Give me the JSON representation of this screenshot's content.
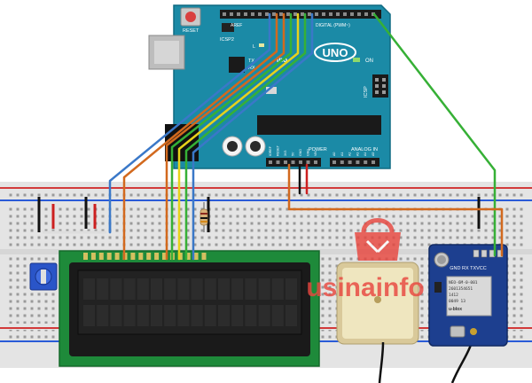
{
  "arduino": {
    "reset_label": "RESET",
    "icsp2_label": "ICSP2",
    "l_label": "L",
    "tx_label": "TX",
    "rx_label": "RX",
    "brand_logo": "UNO",
    "brand_partial": "ino",
    "digital_label": "DIGITAL (PWM~)",
    "aref_label": "AREF",
    "on_label": "ON",
    "icsp_label": "ICSP",
    "power_label": "POWER",
    "analog_label": "ANALOG IN",
    "power_pins": [
      "IOREF",
      "RESET",
      "3V3",
      "5V",
      "GND",
      "GND",
      "VIN"
    ],
    "analog_pins": [
      "A0",
      "A1",
      "A2",
      "A3",
      "A4",
      "A5"
    ]
  },
  "gps_module": {
    "pin_labels": "GND RX TXVCC",
    "chip_line1": "NEO-6M-0-001",
    "chip_line2": "2601354651",
    "chip_line3": "1412",
    "chip_line4": "0049  13",
    "chip_brand": "u-blox"
  },
  "watermark": {
    "text": "usinainfo",
    "color": "#e8473f"
  },
  "colors": {
    "board": "#1b8aa6",
    "breadboard": "#e4e4e4",
    "lcd_pcb": "#1e8a3a",
    "gps_pcb": "#1d3f8f",
    "antenna": "#d9c99a",
    "wire_blue": "#3a78c8",
    "wire_orange": "#d2691e",
    "wire_green": "#36b036",
    "wire_yellow": "#e8d21a",
    "wire_red": "#cc2020",
    "wire_black": "#111111",
    "rail_red": "#d23a3a",
    "rail_blue": "#2a5bd7"
  }
}
